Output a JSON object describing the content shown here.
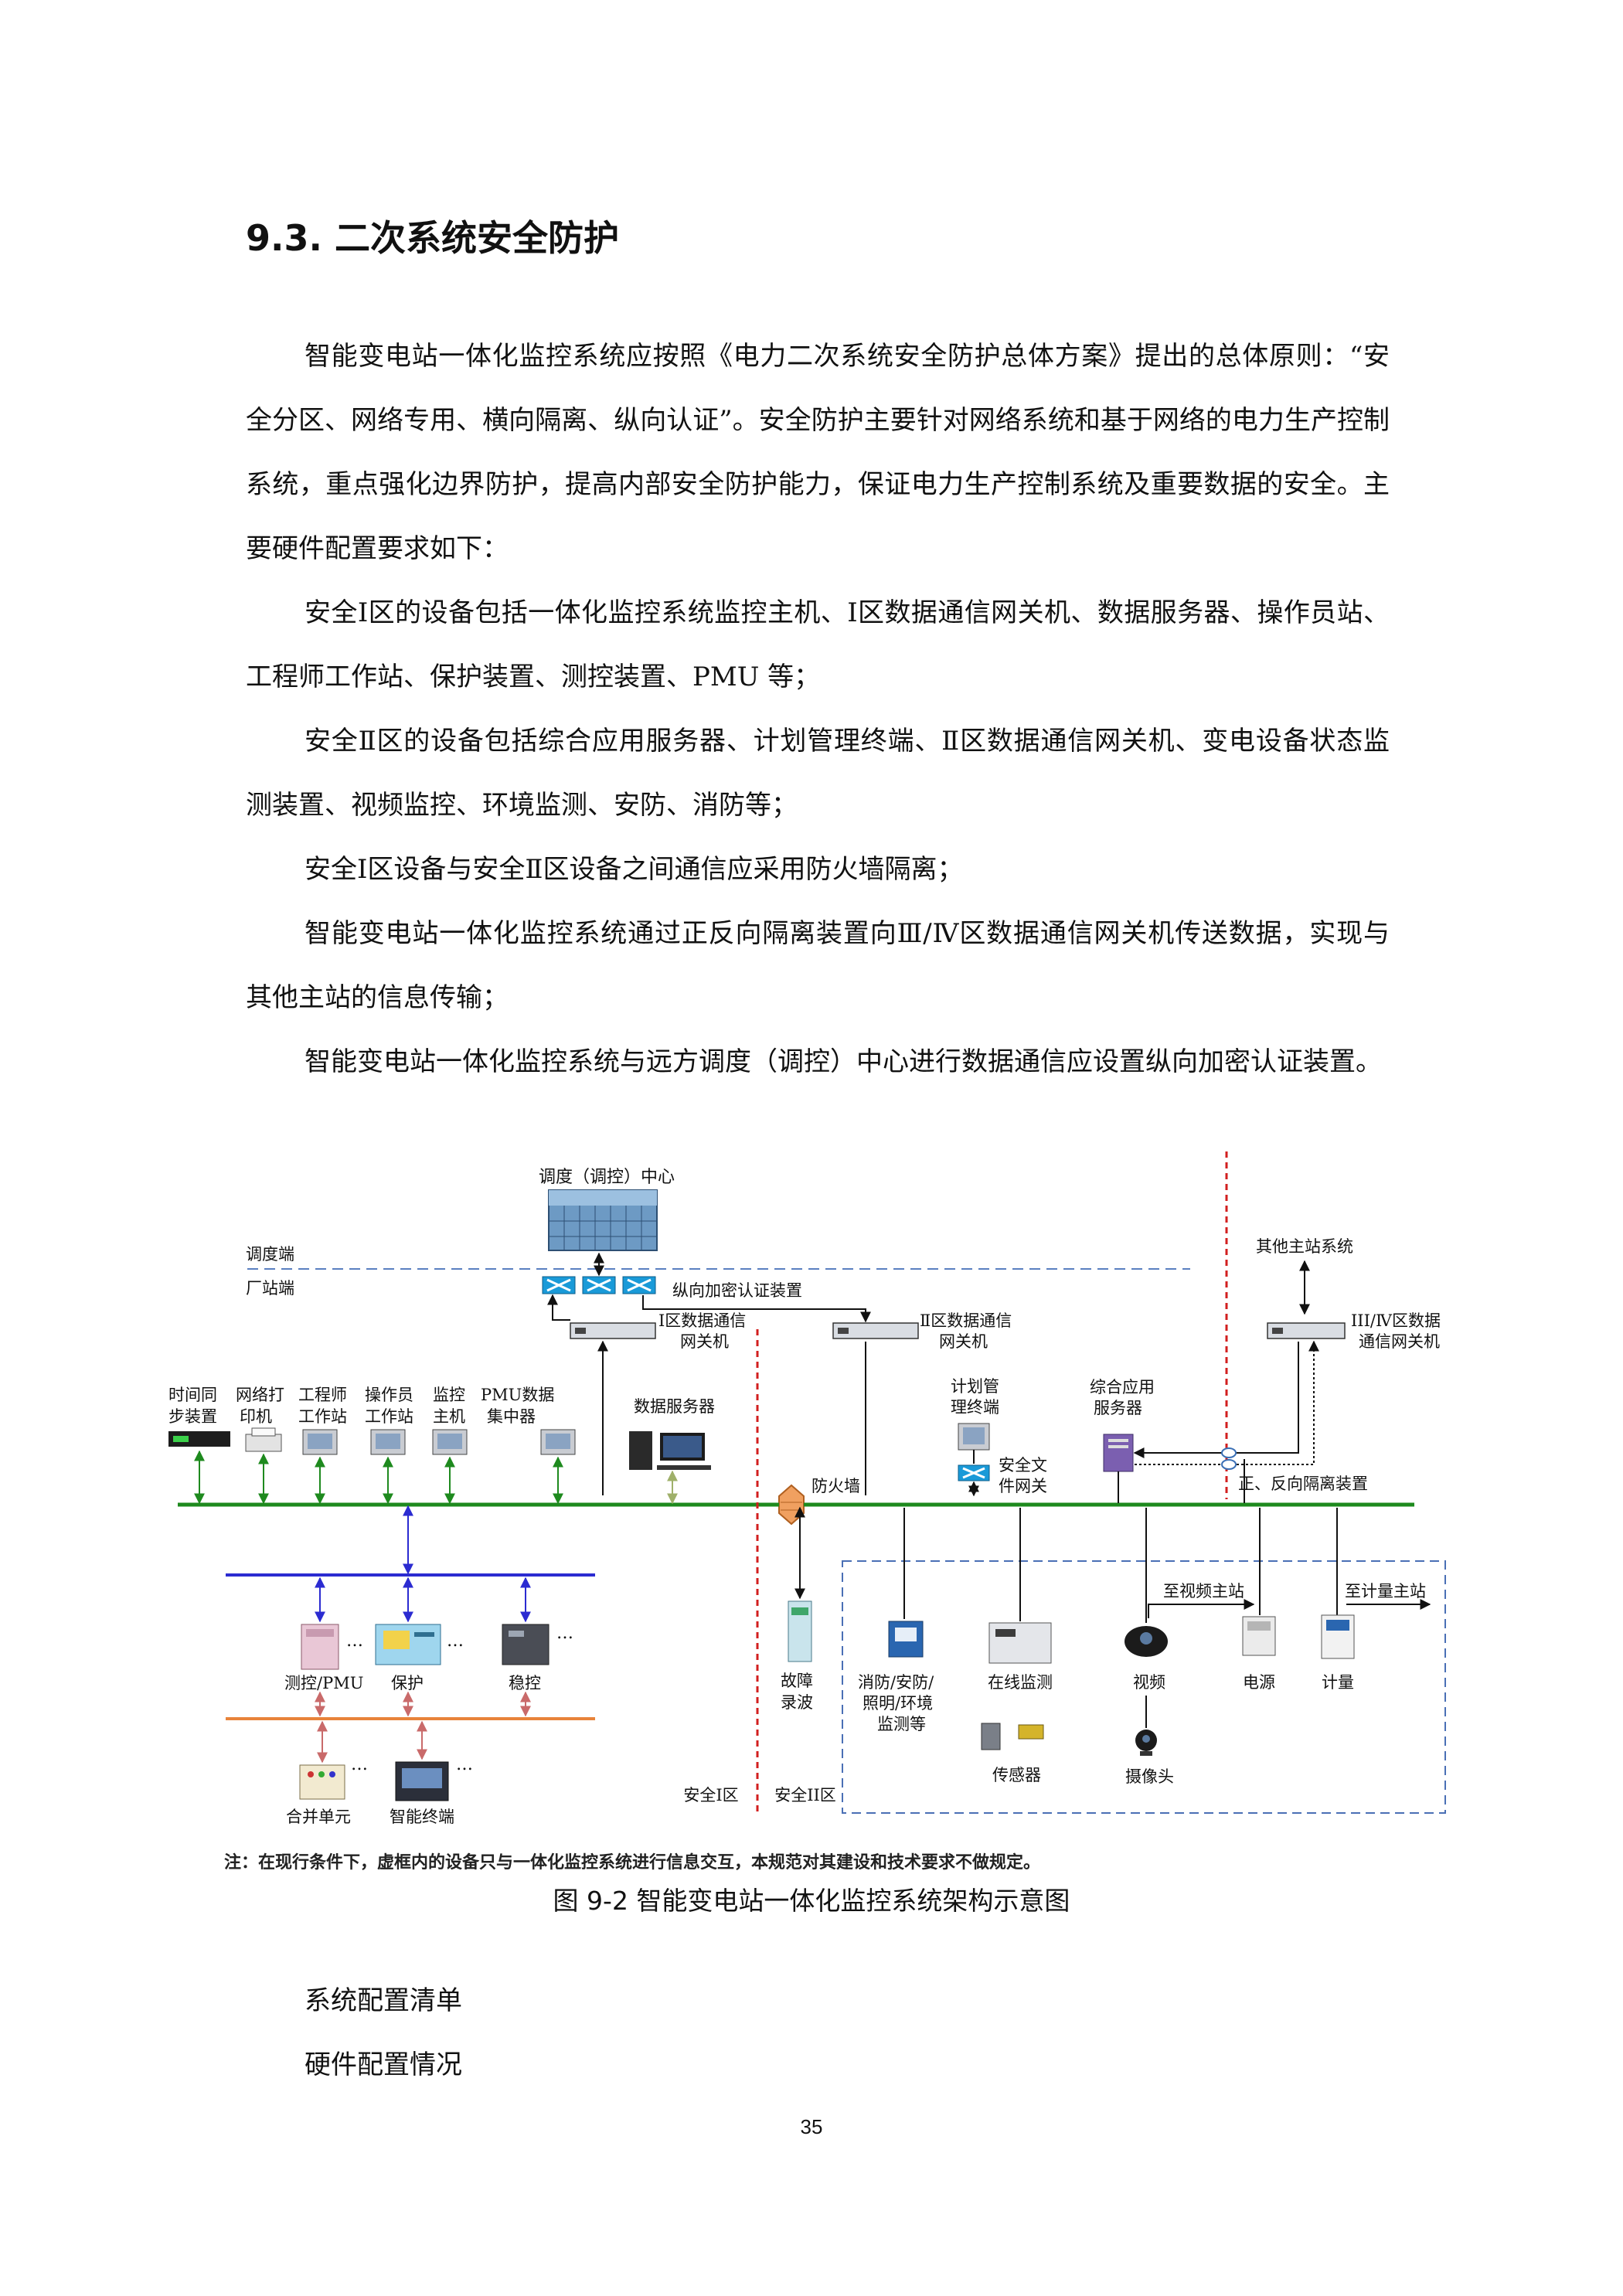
{
  "heading": "9.3. 二次系统安全防护",
  "paragraphs": [
    "智能变电站一体化监控系统应按照《电力二次系统安全防护总体方案》提出的总体原则：“安全分区、网络专用、横向隔离、纵向认证”。安全防护主要针对网络系统和基于网络的电力生产控制系统，重点强化边界防护，提高内部安全防护能力，保证电力生产控制系统及重要数据的安全。主要硬件配置要求如下：",
    "安全Ⅰ区的设备包括一体化监控系统监控主机、Ⅰ区数据通信网关机、数据服务器、操作员站、工程师工作站、保护装置、测控装置、PMU 等；",
    "安全Ⅱ区的设备包括综合应用服务器、计划管理终端、Ⅱ区数据通信网关机、变电设备状态监测装置、视频监控、环境监测、安防、消防等；",
    "安全Ⅰ区设备与安全Ⅱ区设备之间通信应采用防火墙隔离；",
    "智能变电站一体化监控系统通过正反向隔离装置向Ⅲ/Ⅳ区数据通信网关机传送数据，实现与其他主站的信息传输；",
    "智能变电站一体化监控系统与远方调度（调控）中心进行数据通信应设置纵向加密认证装置。"
  ],
  "figure": {
    "labels": {
      "dispatch_center": "调度（调控）中心",
      "dispatch_side": "调度端",
      "station_side": "厂站端",
      "vertical_encryption": "纵向加密认证装置",
      "gateway_zone1_l1": "Ⅰ区数据通信",
      "gateway_zone1_l2": "网关机",
      "gateway_zone2_l1": "Ⅱ区数据通信",
      "gateway_zone2_l2": "网关机",
      "other_master": "其他主站系统",
      "gateway_zone34_l1": "III/Ⅳ区数据",
      "gateway_zone34_l2": "通信网关机",
      "time_sync_l1": "时间同",
      "time_sync_l2": "步装置",
      "printer_l1": "网络打",
      "printer_l2": "印机",
      "engineer_l1": "工程师",
      "engineer_l2": "工作站",
      "operator_l1": "操作员",
      "operator_l2": "工作站",
      "monitor_host_l1": "监控",
      "monitor_host_l2": "主机",
      "pmu_l1": "PMU数据",
      "pmu_l2": "集中器",
      "data_server": "数据服务器",
      "plan_l1": "计划管",
      "plan_l2": "理终端",
      "app_server_l1": "综合应用",
      "app_server_l2": "服务器",
      "safe_gw_l1": "安全文",
      "safe_gw_l2": "件网关",
      "isolation": "正、反向隔离装置",
      "firewall": "防火墙",
      "to_video": "至视频主站",
      "to_meter": "至计量主站",
      "measure_ctrl": "测控/PMU",
      "protection": "保护",
      "stability": "稳控",
      "merging_unit": "合并单元",
      "smart_terminal": "智能终端",
      "fault_rec_l1": "故障",
      "fault_rec_l2": "录波",
      "fire_l1": "消防/安防/",
      "fire_l2": "照明/环境",
      "fire_l3": "监测等",
      "online_monitor": "在线监测",
      "sensor": "传感器",
      "video": "视频",
      "camera": "摄像头",
      "power": "电源",
      "metering": "计量",
      "zone1": "安全Ⅰ区",
      "zone2": "安全II区",
      "ellipsis": "…"
    },
    "note": "注：在现行条件下，虚框内的设备只与一体化监控系统进行信息交互，本规范对其建设和技术要求不做规定。",
    "caption": "图 9-2 智能变电站一体化监控系统架构示意图",
    "colors": {
      "main_bus": "#1e8a1e",
      "bay_bus": "#2b2bd1",
      "process_bus": "#e8833a",
      "zone_divider": "#d21e1e",
      "dashed_box": "#4a6fb5",
      "encryption_device": "#1a9ad8"
    }
  },
  "list_items": [
    "系统配置清单",
    "硬件配置情况"
  ],
  "page_number": "35"
}
